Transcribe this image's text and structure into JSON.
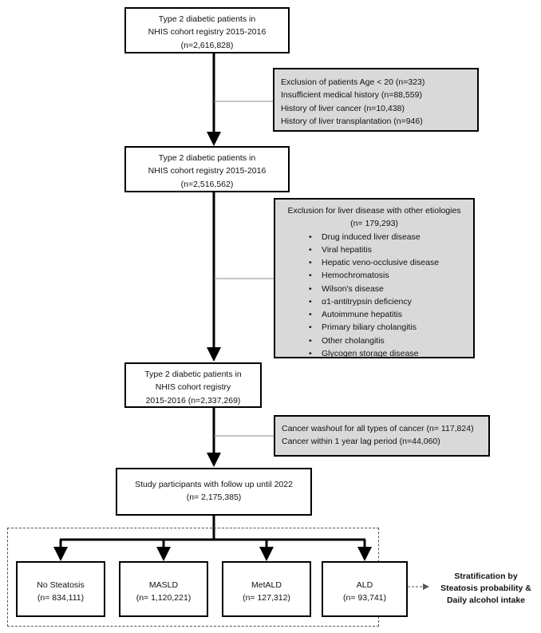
{
  "steps": [
    {
      "line1": "Type 2 diabetic patients in",
      "line2": "NHIS cohort registry 2015-2016",
      "line3": "(n=2,616,828)"
    },
    {
      "line1": "Type 2 diabetic patients in",
      "line2": "NHIS cohort registry 2015-2016",
      "line3": "(n=2,516,562)"
    },
    {
      "line1": "Type 2 diabetic patients in",
      "line2": "NHIS cohort registry",
      "line3": "2015-2016 (n=2,337,269)"
    },
    {
      "line1": "Study participants with follow up until 2022",
      "line2": "(n= 2,175,385)"
    }
  ],
  "exclusion1": [
    "Exclusion of patients Age < 20  (n=323)",
    "Insufficient medical history (n=88,559)",
    "History of liver cancer (n=10,438)",
    "History of liver transplantation (n=946)"
  ],
  "exclusion2": {
    "title": "Exclusion for liver disease with other etiologies",
    "count": "(n= 179,293)",
    "items": [
      "Drug induced liver disease",
      "Viral hepatitis",
      "Hepatic veno-occlusive disease",
      "Hemochromatosis",
      "Wilson's disease",
      "α1-antitrypsin deficiency",
      "Autoimmune hepatitis",
      "Primary biliary cholangitis",
      "Other cholangitis",
      "Glycogen storage disease"
    ]
  },
  "exclusion3": [
    "Cancer washout for all types of cancer (n= 117,824)",
    "Cancer within 1 year lag period (n=44,060)"
  ],
  "outcomes": [
    {
      "name": "No Steatosis",
      "count": "(n= 834,111)"
    },
    {
      "name": "MASLD",
      "count": "(n= 1,120,221)"
    },
    {
      "name": "MetALD",
      "count": "(n= 127,312)"
    },
    {
      "name": "ALD",
      "count": "(n= 93,741)"
    }
  ],
  "stratification": {
    "line1": "Stratification by",
    "line2": "Steatosis probability &",
    "line3": "Daily alcohol intake"
  },
  "colors": {
    "line": "#000000",
    "exclusion_fill": "#d9d9d9",
    "dashed_border": "#555555"
  }
}
